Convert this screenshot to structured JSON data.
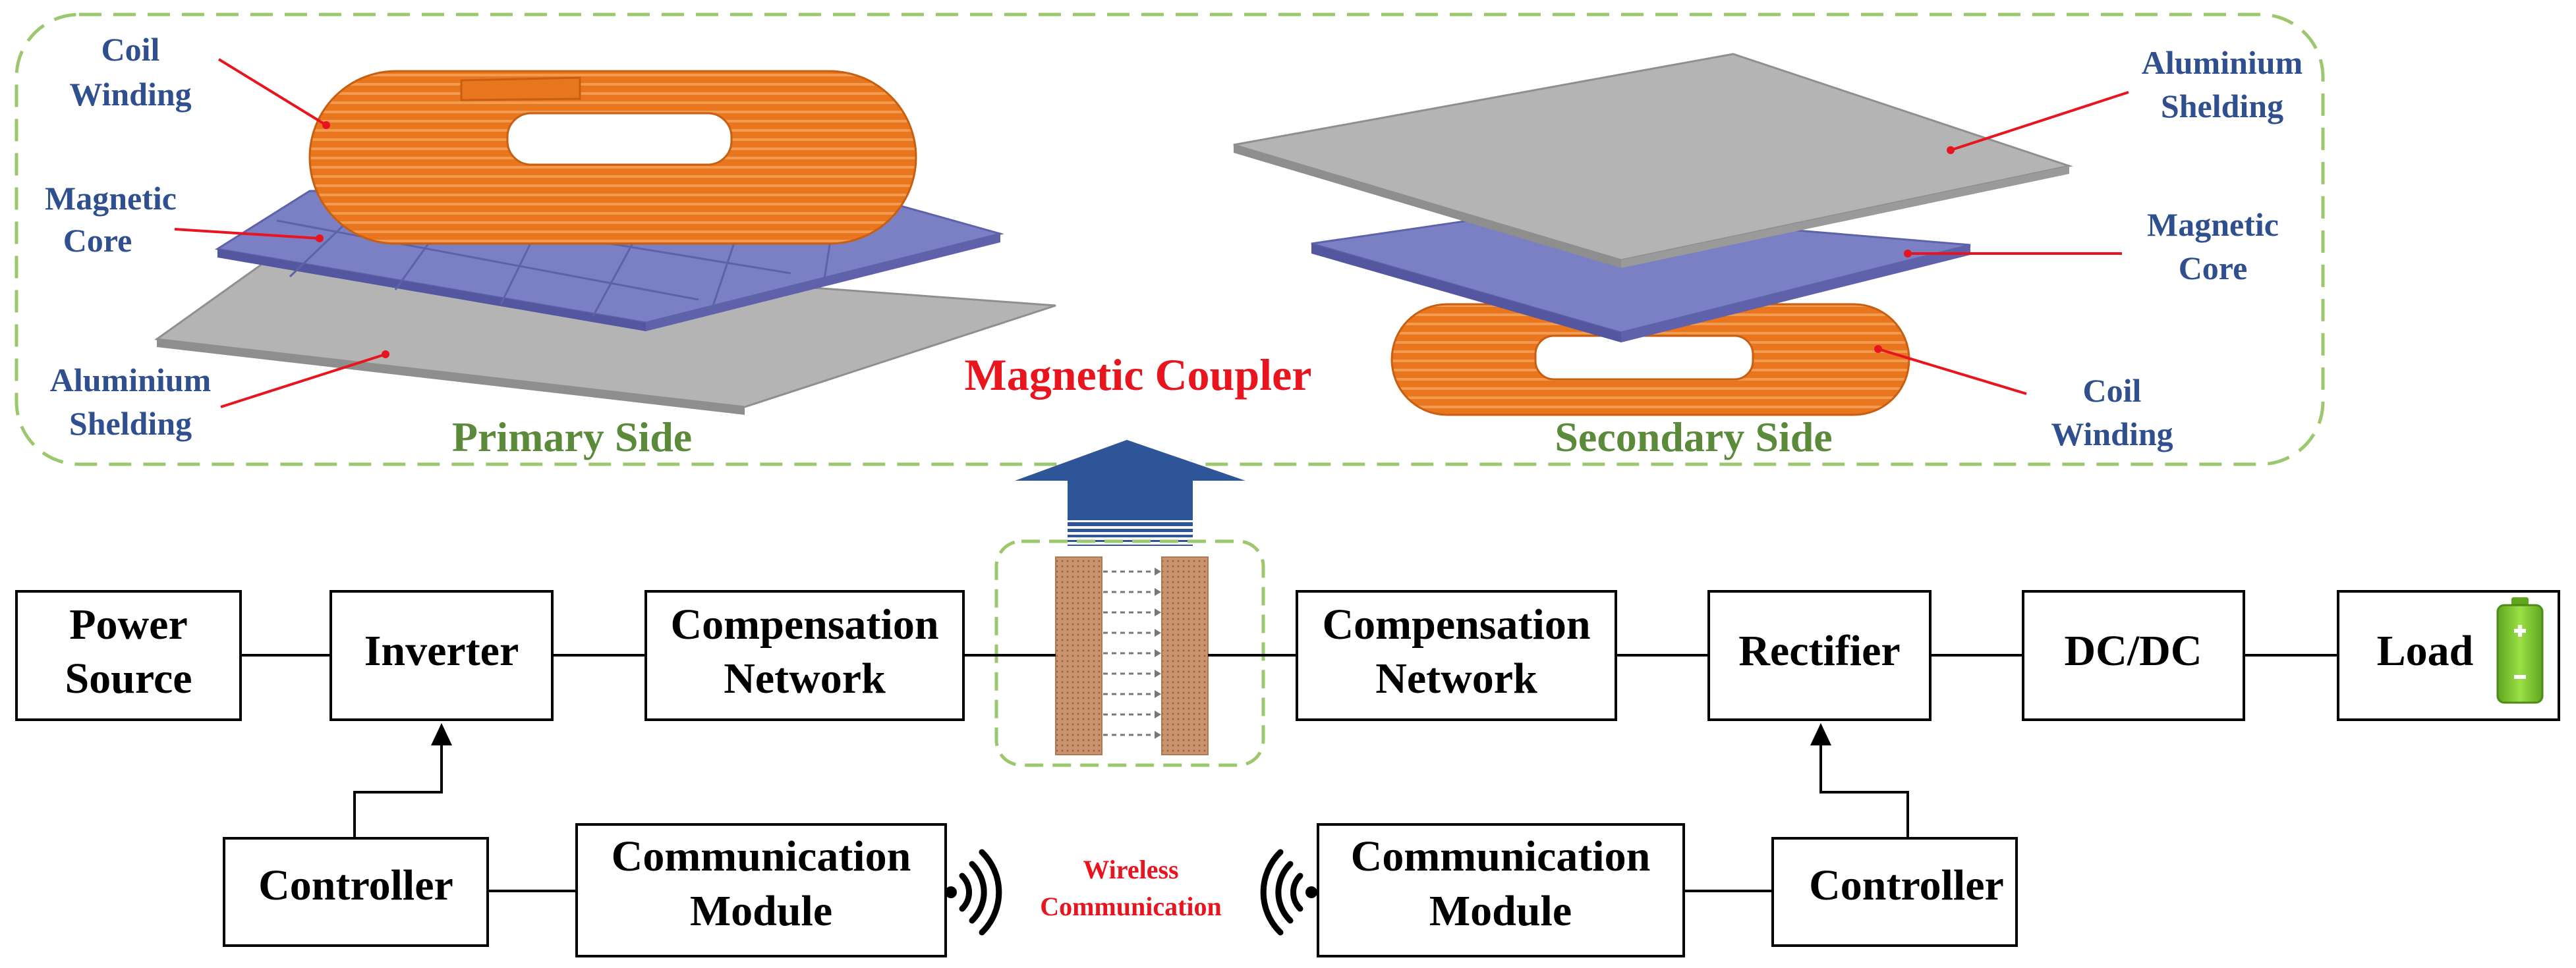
{
  "magnetic_coupler": {
    "title": "Magnetic Coupler",
    "primary": {
      "side_label": "Primary Side",
      "coil_label": [
        "Coil",
        "Winding"
      ],
      "core_label": [
        "Magnetic",
        "Core"
      ],
      "shield_label": [
        "Aluminium",
        "Shelding"
      ]
    },
    "secondary": {
      "side_label": "Secondary Side",
      "coil_label": [
        "Coil",
        "Winding"
      ],
      "core_label": [
        "Magnetic",
        "Core"
      ],
      "shield_label": [
        "Aluminium",
        "Shelding"
      ]
    }
  },
  "blocks": {
    "power_source": [
      "Power",
      "Source"
    ],
    "inverter": "Inverter",
    "compensation_primary": [
      "Compensation",
      "Network"
    ],
    "compensation_secondary": [
      "Compensation",
      "Network"
    ],
    "rectifier": "Rectifier",
    "dcdc": "DC/DC",
    "load": "Load",
    "controller_primary": "Controller",
    "controller_secondary": "Controller",
    "comm_primary": [
      "Communication",
      "Module"
    ],
    "comm_secondary": [
      "Communication",
      "Module"
    ]
  },
  "wireless": [
    "Wireless",
    "Communication"
  ],
  "colors": {
    "coil": "#E8761E",
    "core": "#7B7FC4",
    "shield": "#B4B4B4",
    "arrow": "#2E5597",
    "dash_border": "#9BC86E",
    "red_text": "#E8141E",
    "blue_text": "#2F4F8F",
    "green_text": "#5B8B3A",
    "battery": "#7CC82E"
  }
}
